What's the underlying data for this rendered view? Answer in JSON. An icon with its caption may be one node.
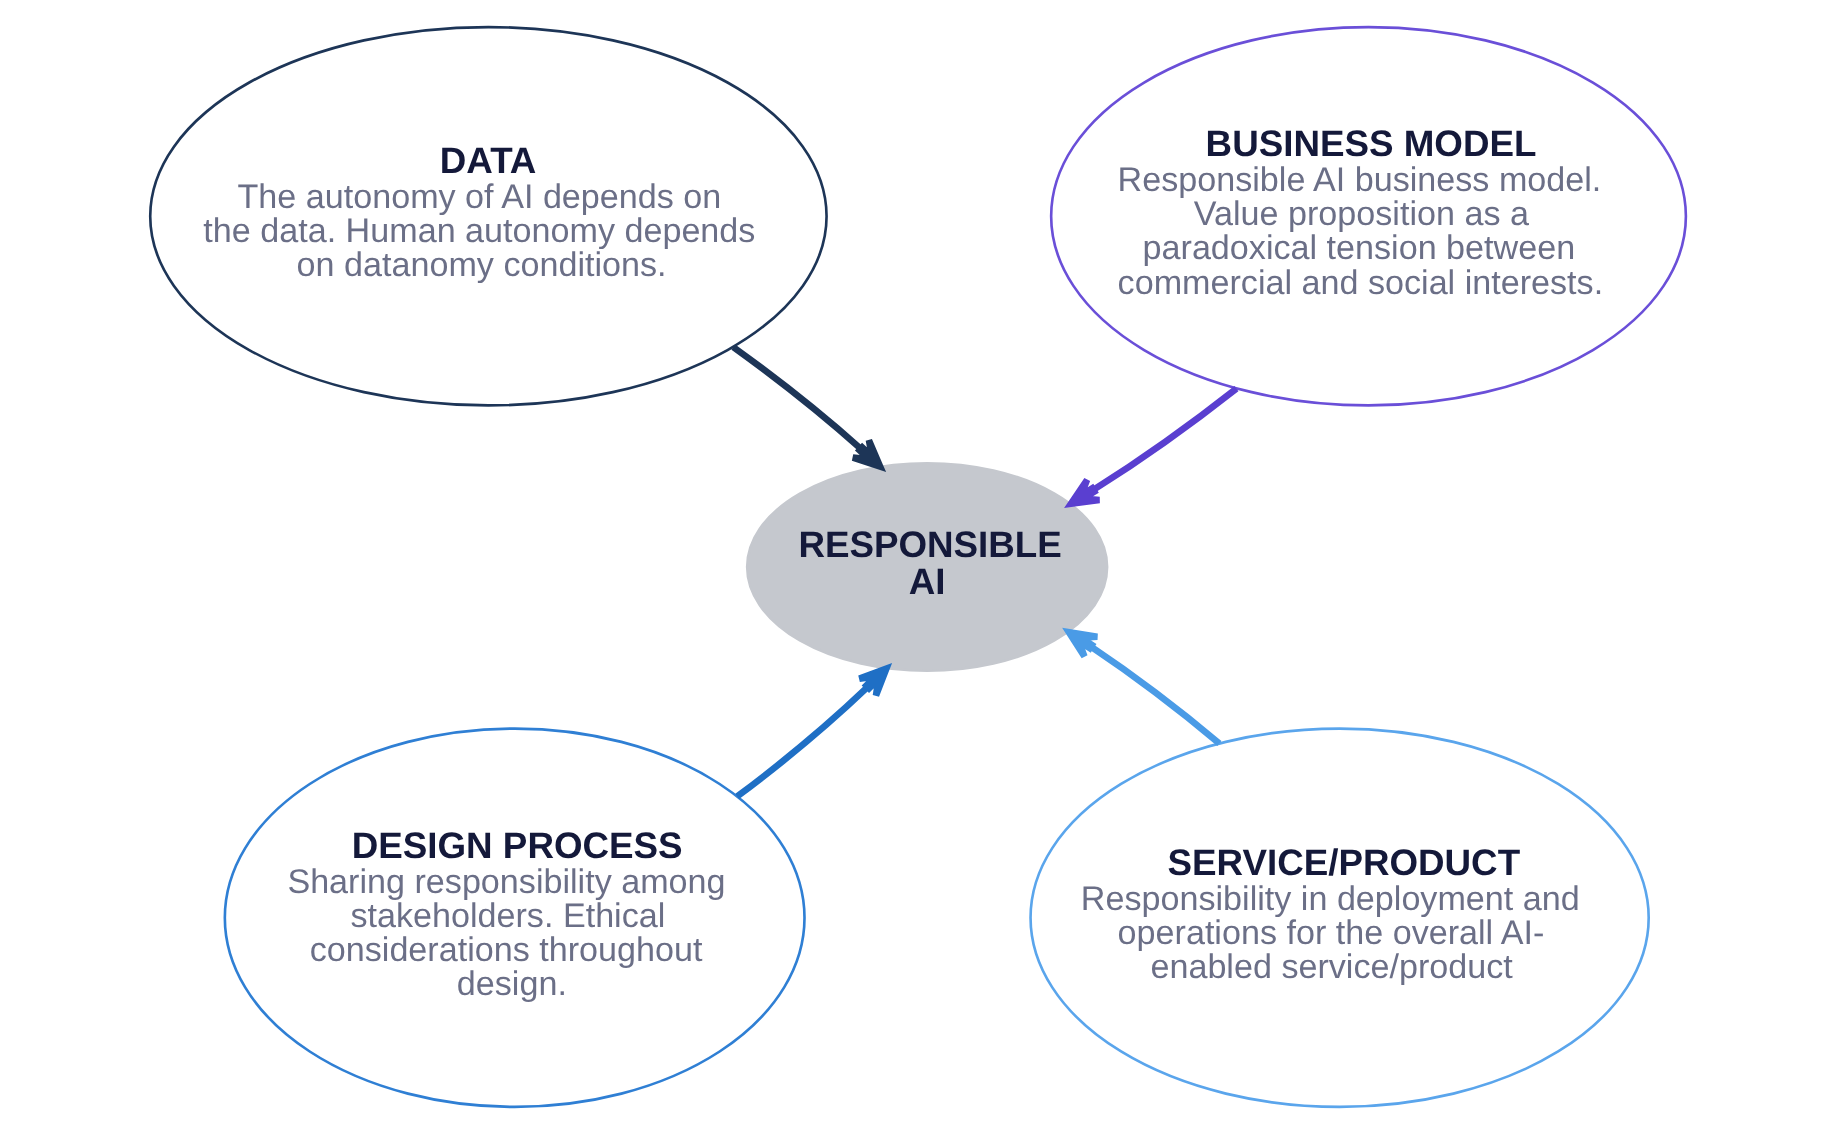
{
  "diagram": {
    "nodes": [
      {
        "text": [
          "DATA",
          "The autonomy of AI depends on the data. Human autonomy depends on datanomy conditions."
        ]
      },
      {
        "text": [
          "BUSINESS MODEL",
          "Responsible AI business model. Value proposition as a paradoxical tension between commercial and social interests."
        ]
      },
      {
        "text": [
          "RESPONSIBLE AI"
        ]
      },
      {
        "text": [
          "DESIGN PROCESS",
          "Sharing responsibility among stakeholders. Ethical considerations throughout design."
        ]
      },
      {
        "text": [
          "SERVICE/PRODUCT",
          "Responsibility in deployment and operations for the overall AI-enabled service/product"
        ]
      }
    ],
    "edges": [
      {
        "from": 0,
        "to": 2,
        "arrow": "to",
        "color": "#1d3557"
      },
      {
        "from": 1,
        "to": 2,
        "arrow": "to",
        "color": "#5a3fd0"
      },
      {
        "from": 3,
        "to": 2,
        "arrow": "to",
        "color": "#1f6fc5"
      },
      {
        "from": 4,
        "to": 2,
        "arrow": "to",
        "color": "#4a9be6"
      }
    ]
  }
}
